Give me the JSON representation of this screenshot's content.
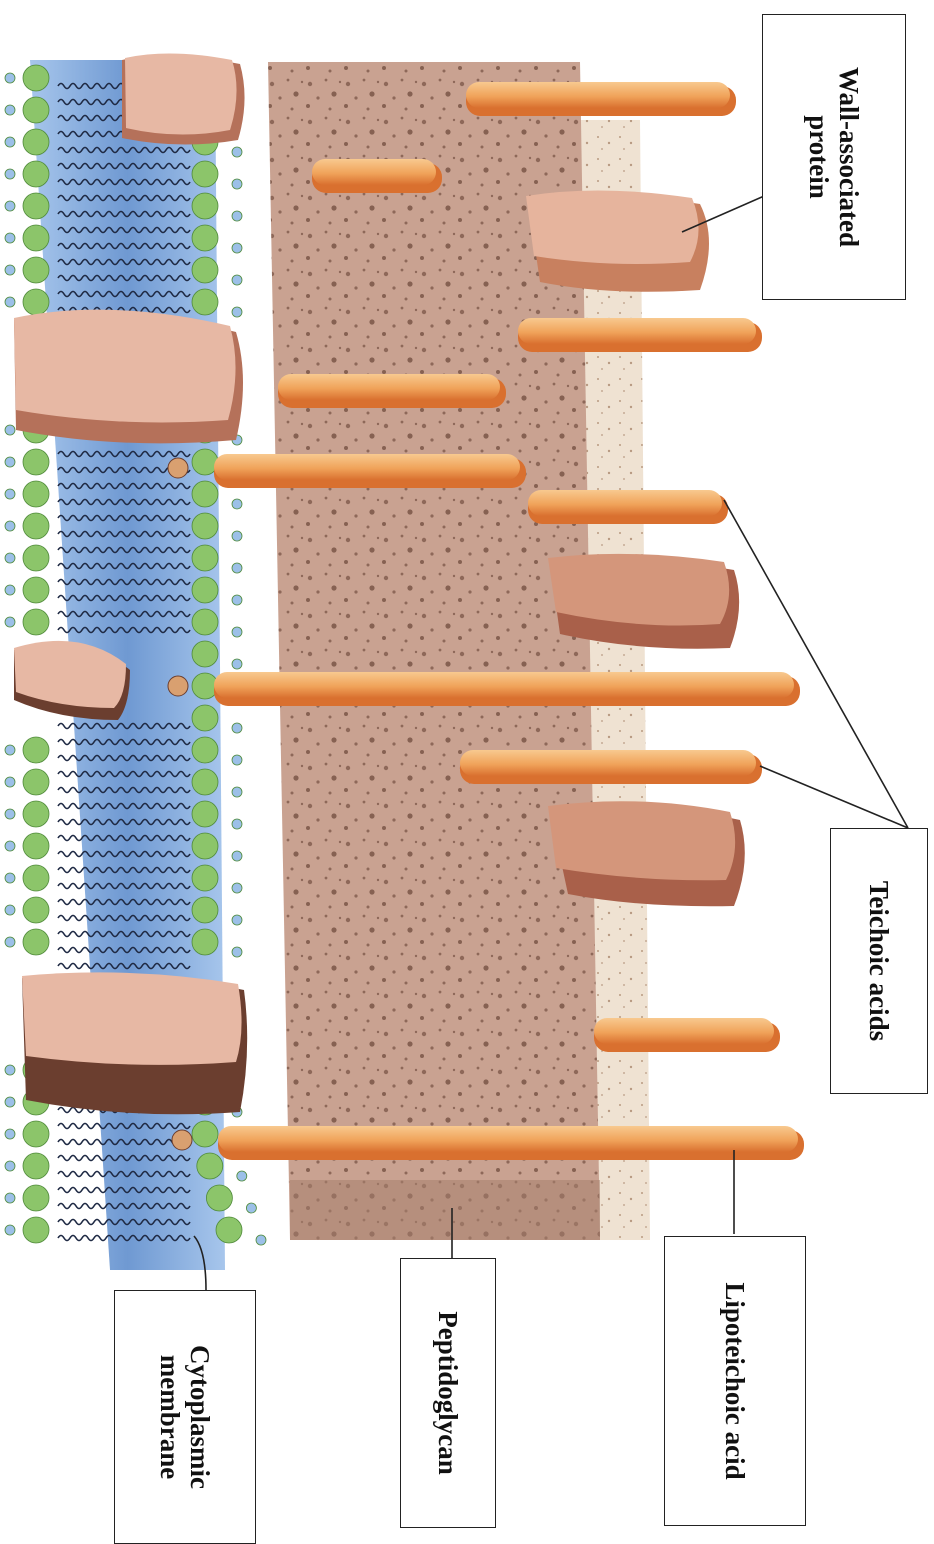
{
  "labels": {
    "wall_associated_protein": "Wall-associated\nprotein",
    "teichoic_acids": "Teichoic acids",
    "lipoteichoic_acid": "Lipoteichoic acid",
    "peptidoglycan": "Peptidoglycan",
    "cytoplasmic_membrane": "Cytoplasmic\nmembrane"
  },
  "colors": {
    "membrane_core": "#7fa8dc",
    "lipid_head": "#8cc56a",
    "lipid_head_small": "#9cc0e8",
    "peptidoglycan": "#c9a291",
    "peptidoglycan_shadow": "#a67f6e",
    "teichoic_acid": "#f0a35a",
    "teichoic_acid_edge": "#d9702f",
    "protein": "#e7b8a4",
    "protein_dark": "#b5715a"
  }
}
